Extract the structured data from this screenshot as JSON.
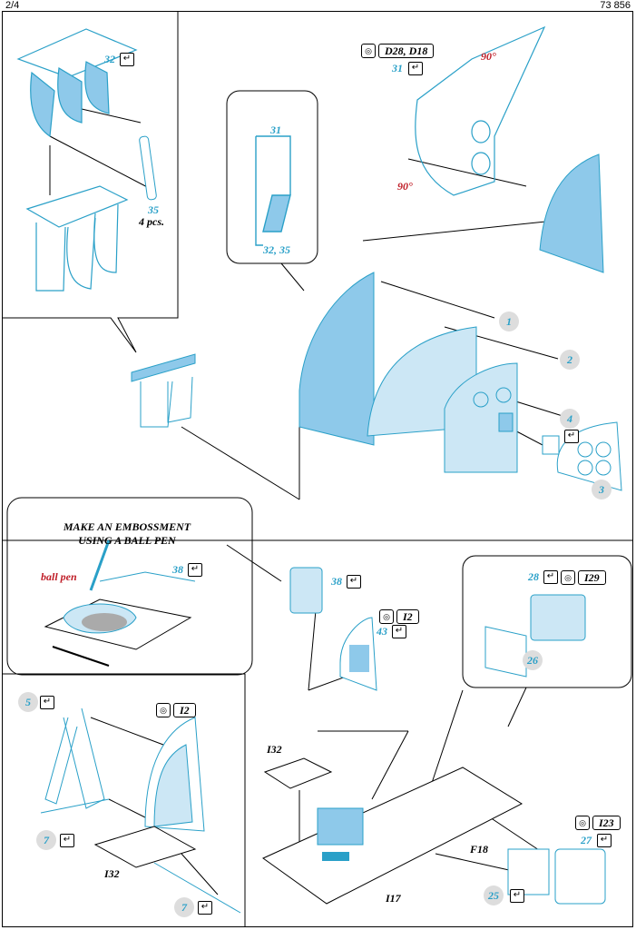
{
  "header": {
    "page": "2/4",
    "code": "73 856"
  },
  "parts": {
    "p32": "32",
    "p35": "35",
    "pcs": "4 pcs.",
    "p31a": "31",
    "p31b": "31",
    "p3235": "32, 35",
    "deg90a": "90°",
    "deg90b": "90°",
    "p1": "1",
    "p2": "2",
    "p3": "3",
    "p4": "4",
    "p38a": "38",
    "p38b": "38",
    "ballpen": "ball pen",
    "p43": "43",
    "p28": "28",
    "p26": "26",
    "p5": "5",
    "p7a": "7",
    "p7b": "7",
    "i32a": "I32",
    "i32b": "I32",
    "f18": "F18",
    "i17": "I17",
    "p27": "27",
    "p25": "25"
  },
  "tags": {
    "d28": "D28, D18",
    "i2a": "I2",
    "i2b": "I2",
    "i29": "I29",
    "i23": "I23"
  },
  "note": {
    "line1": "MAKE AN EMBOSSMENT",
    "line2": "USING A BALL PEN"
  },
  "check_symbol": "↵",
  "icon_symbol": "◎",
  "colors": {
    "accent": "#2aa0c8",
    "fill": "#8ec9ea",
    "red": "#c0202a"
  }
}
